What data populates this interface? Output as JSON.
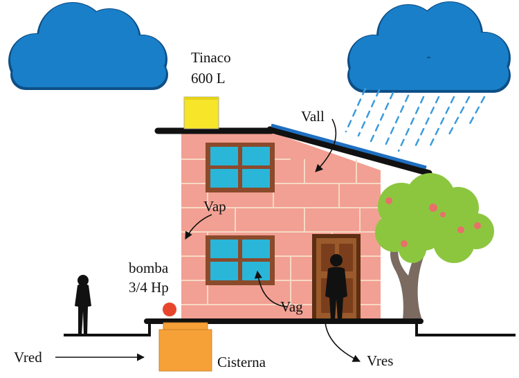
{
  "labels": {
    "tank_line1": "Tinaco",
    "tank_line2": "600 L",
    "rain_collection": "Vall",
    "potable_water": "Vap",
    "pump_line1": "bomba",
    "pump_line2": "3/4 Hp",
    "grey_water": "Vag",
    "mains_supply": "Vred",
    "cistern": "Cisterna",
    "wastewater": "Vres"
  },
  "colors": {
    "cloud": "#1a7fc9",
    "cloud_outline": "#0d4f86",
    "rain": "#3a9bdc",
    "wall": "#f2a093",
    "brick_line": "#f7d9c4",
    "roof_panel": "#1e6fc0",
    "tank": "#f6e529",
    "cistern": "#f6a038",
    "pump": "#e8452d",
    "window_frame": "#8b4a2b",
    "window_glass": "#29b6d8",
    "door": "#7a3e1c",
    "tree_leaves": "#8cc63f",
    "tree_fruit": "#e8706a",
    "tree_trunk": "#7a6a60"
  },
  "icons": [
    "cloud-icon",
    "rain-icon",
    "water-tank-icon",
    "cistern-icon",
    "pump-icon",
    "window-icon",
    "door-icon",
    "person-icon",
    "tree-icon"
  ]
}
